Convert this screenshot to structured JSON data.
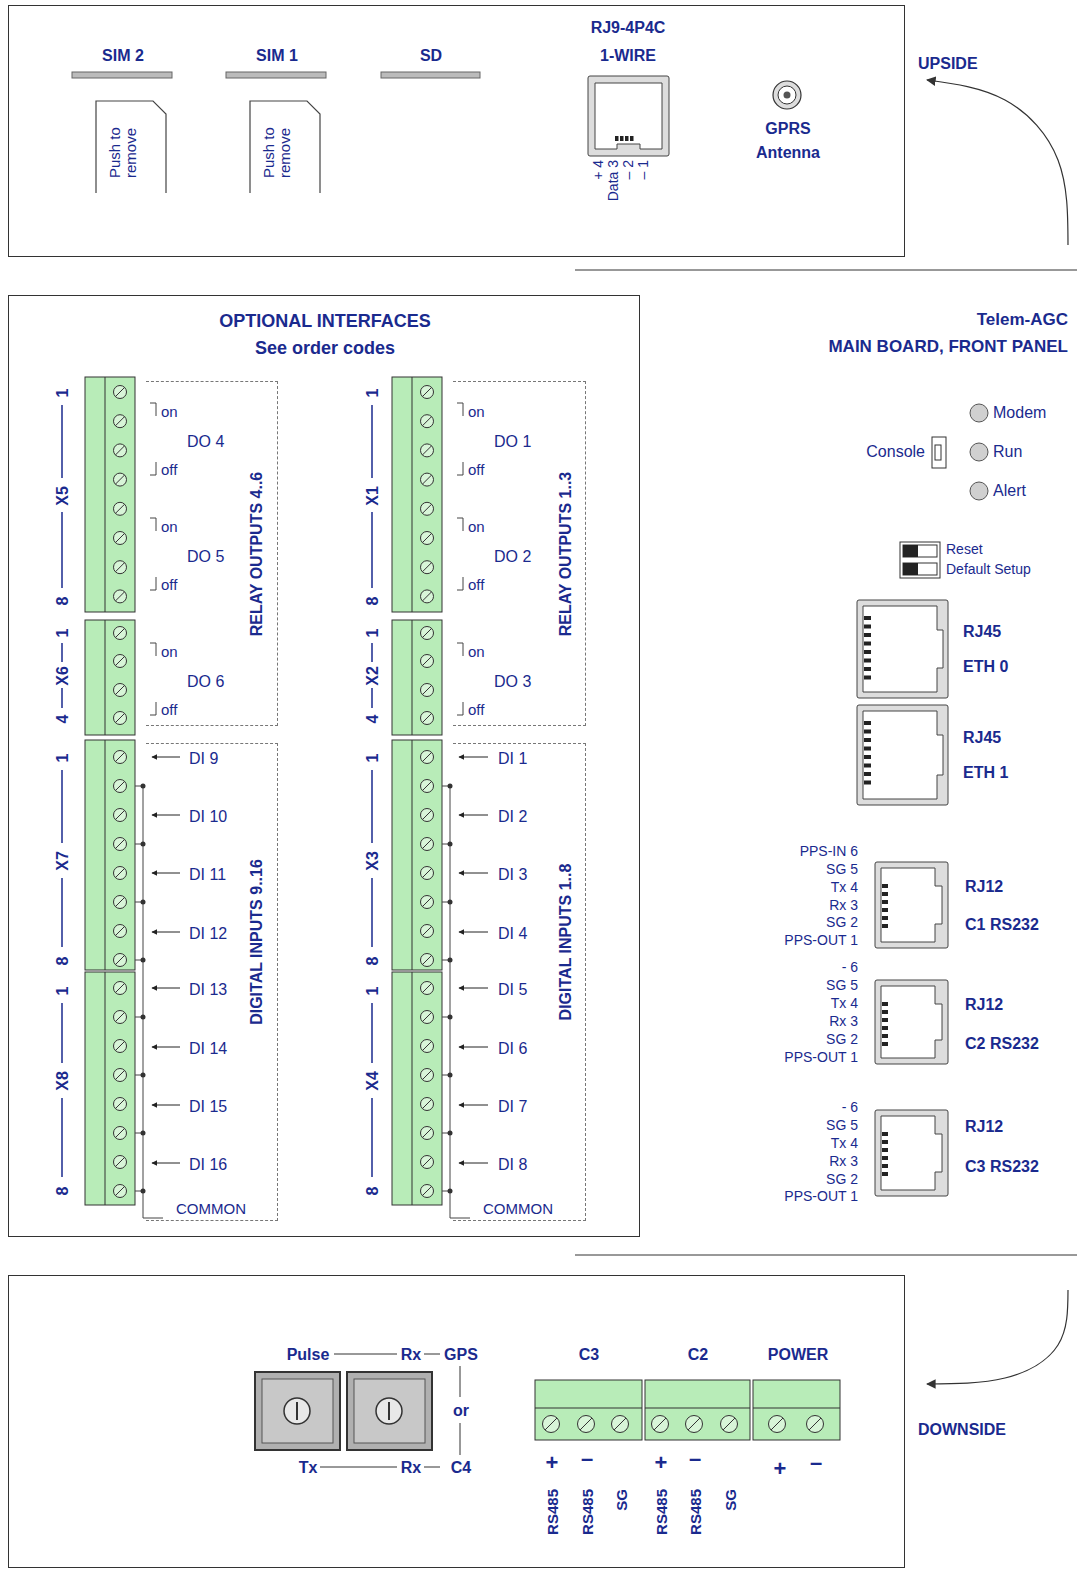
{
  "diagram": {
    "nodes": [
      {
        "text": [
          "SIM 2",
          "SIM 1",
          "SD",
          "+ 4",
          "Data 3",
          "– 2",
          "– 1",
          "GPRS Antenna"
        ]
      },
      {
        "text": [
          "Push to remove"
        ],
        "in": 0
      },
      {
        "text": [
          "Push to remove"
        ],
        "in": 0
      },
      {
        "text": [
          "RJ9-4P4C",
          "1-WIRE"
        ],
        "in": 0
      },
      {
        "text": [
          "OPTIONAL INTERFACES",
          "See order codes",
          "1",
          "X5",
          "8",
          "1",
          "X6",
          "4",
          "1",
          "X7",
          "8",
          "1",
          "X8",
          "8",
          "1",
          "X1",
          "8",
          "1",
          "X2",
          "4",
          "1",
          "X3",
          "8",
          "1",
          "X4",
          "8"
        ]
      },
      {
        "text": [
          "on",
          "DO 4",
          "off",
          "on",
          "DO 5",
          "off",
          "on",
          "DO 6",
          "off",
          "RELAY OUTPUTS 4..6"
        ],
        "in": 4
      },
      {
        "text": [
          "on",
          "DO 1",
          "off",
          "on",
          "DO 2",
          "off",
          "on",
          "DO 3",
          "off",
          "RELAY OUTPUTS 1..3"
        ],
        "in": 4
      },
      {
        "text": [
          "DI 9",
          "DI 10",
          "DI 11",
          "DI 12",
          "DI 13",
          "DI 14",
          "DI 15",
          "DI 16",
          "COMMON",
          "DIGITAL INPUTS 9..16"
        ],
        "in": 4
      },
      {
        "text": [
          "DI 1",
          "DI 2",
          "DI 3",
          "DI 4",
          "DI 5",
          "DI 6",
          "DI 7",
          "DI 8",
          "COMMON",
          "DIGITAL INPUTS 1..8"
        ],
        "in": 4
      },
      {
        "text": [
          "RJ45",
          "ETH 0"
        ]
      },
      {
        "text": [
          "RJ45",
          "ETH 1"
        ]
      },
      {
        "text": [
          "RJ12",
          "C1 RS232"
        ]
      },
      {
        "text": [
          "RJ12",
          "C2 RS232"
        ]
      },
      {
        "text": [
          "RJ12",
          "C3 RS232"
        ]
      },
      {
        "text": [
          "Pulse",
          "Rx",
          "GPS",
          "or",
          "Tx",
          "Rx",
          "C4",
          "C3",
          "C2",
          "POWER",
          "+",
          "–",
          "+",
          "–",
          "+",
          "–",
          "RS485",
          "RS485",
          "SG",
          "RS485",
          "RS485",
          "SG"
        ]
      }
    ],
    "labels": [
      "UPSIDE",
      "Telem-AGC",
      "MAIN BOARD, FRONT PANEL",
      "Modem",
      "Console",
      "Run",
      "Alert",
      "Reset",
      "Default Setup",
      "PPS-IN 6",
      "SG 5",
      "Tx 4",
      "Rx 3",
      "SG 2",
      "PPS-OUT 1",
      "- 6",
      "SG 5",
      "Tx 4",
      "Rx 3",
      "SG 2",
      "PPS-OUT 1",
      "- 6",
      "SG 5",
      "Tx 4",
      "Rx 3",
      "SG 2",
      "PPS-OUT 1",
      "DOWNSIDE"
    ]
  }
}
